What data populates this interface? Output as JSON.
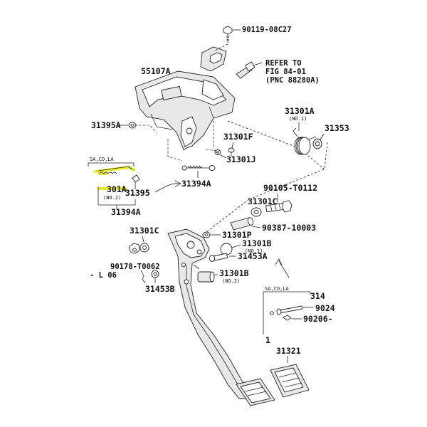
{
  "labels": {
    "bolt_top": "90119-08C27",
    "refer_line1": "REFER TO",
    "refer_line2": "FIG 84-01",
    "refer_line3": "(PNC 88280A)",
    "bracket": "55107A",
    "collar_left": "31395A",
    "spring_kit": "31301A",
    "spring_kit_no": "(NO.1)",
    "bushing_right": "31353",
    "pin_f": "31301F",
    "pin_j": "31301J",
    "sacola_left": "SA,CO,LA",
    "spring_highlight": "301A",
    "spring_highlight_no": "(NO.2)",
    "clip": "31395",
    "rod_kit": "31394A",
    "rod_sub": "31394A",
    "bolt_mid": "90105-T0112",
    "collar_c_right": "31301C",
    "sleeve": "90387-10003",
    "collar_c_left": "31301C",
    "pivot_p": "31301P",
    "bushing_b": "31301B",
    "bushing_b_no": "(NO.1)",
    "stopper": "31453A",
    "nut_bottom": "90178-T0062",
    "partial_left": "- L 06",
    "bushing_b2": "31301B",
    "bushing_b2_no": "(NO.2)",
    "stopper_b": "31453B",
    "sacola_right": "SA,CO,LA",
    "partial_right": "314",
    "pin_9024": "9024",
    "pin_90206": "90206-",
    "pad_one": "1",
    "pedal": "31321"
  }
}
